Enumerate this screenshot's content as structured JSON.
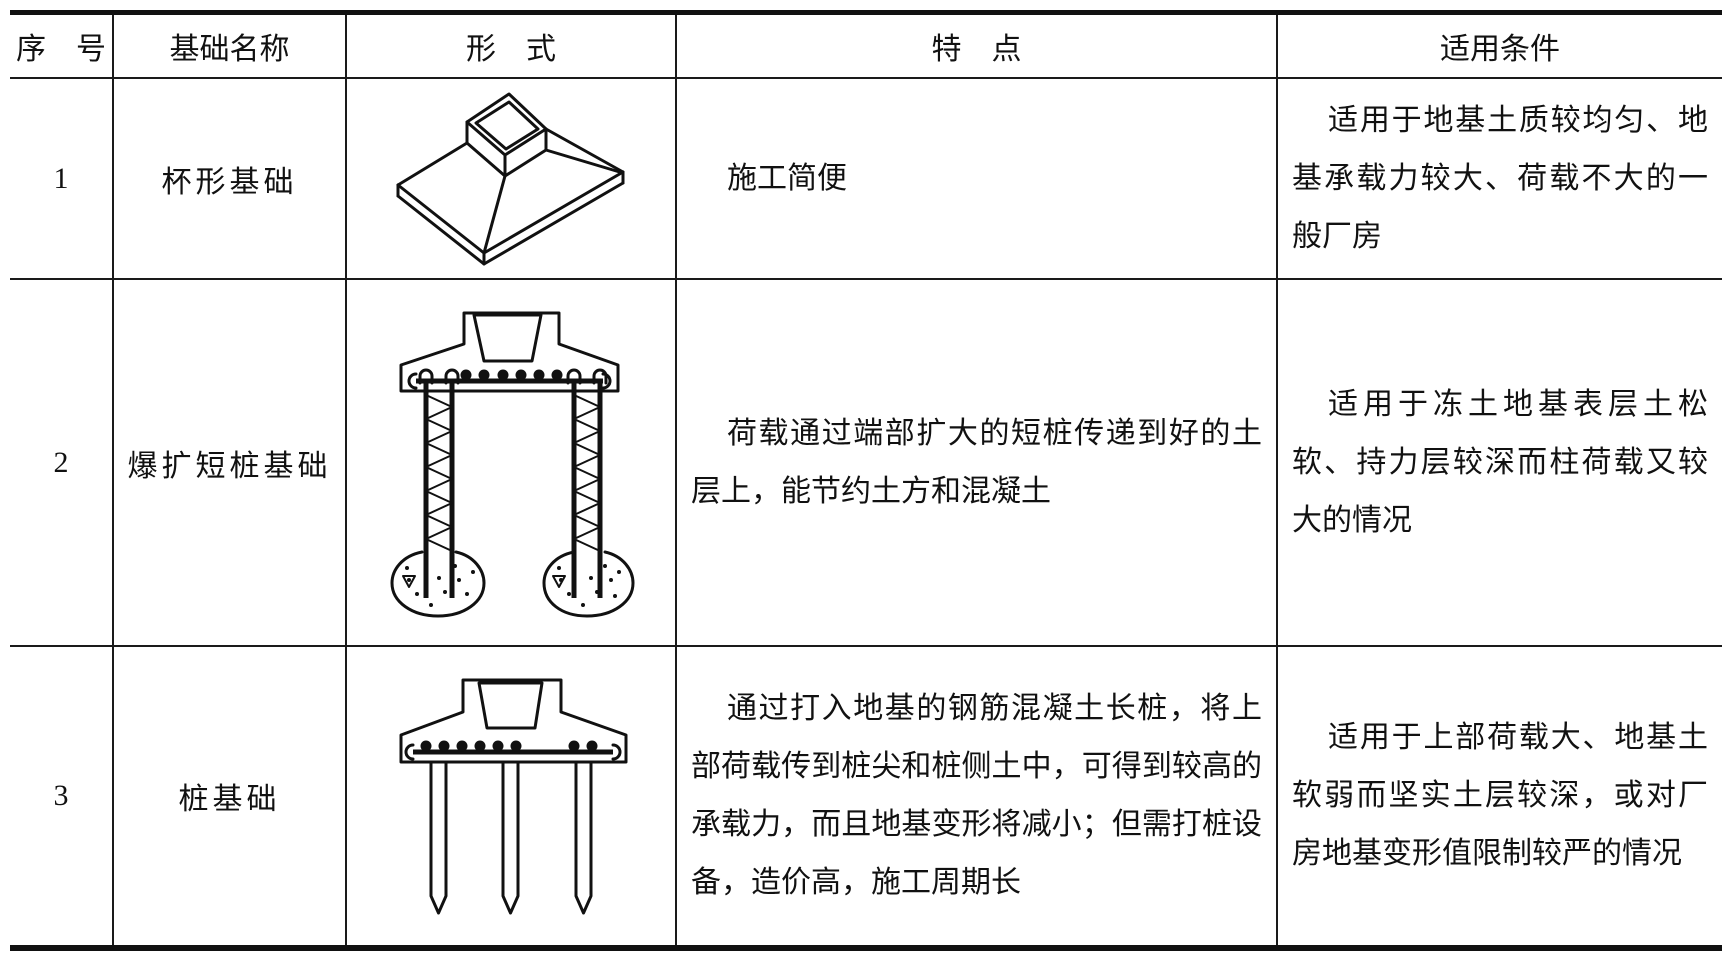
{
  "colors": {
    "ink": "#111111",
    "paper": "#ffffff"
  },
  "table": {
    "headers": [
      "序　号",
      "基础名称",
      "形　式",
      "特　点",
      "适用条件"
    ],
    "diagram_names": [
      "cup-foundation-isometric-diagram",
      "belled-short-pile-foundation-diagram",
      "pile-foundation-diagram"
    ],
    "rows": [
      {
        "no": "1",
        "name": "杯形基础",
        "features": "施工简便",
        "conditions": "适用于地基土质较均匀、地基承载力较大、荷载不大的一般厂房"
      },
      {
        "no": "2",
        "name": "爆扩短桩基础",
        "features": "荷载通过端部扩大的短桩传递到好的土层上，能节约土方和混凝土",
        "conditions": "适用于冻土地基表层土松软、持力层较深而柱荷载又较大的情况"
      },
      {
        "no": "3",
        "name": "桩基础",
        "features": "通过打入地基的钢筋混凝土长桩，将上部荷载传到桩尖和桩侧土中，可得到较高的承载力，而且地基变形将减小；但需打桩设备，造价高，施工周期长",
        "conditions": "适用于上部荷载大、地基土软弱而坚实土层较深，或对厂房地基变形值限制较严的情况"
      }
    ]
  }
}
